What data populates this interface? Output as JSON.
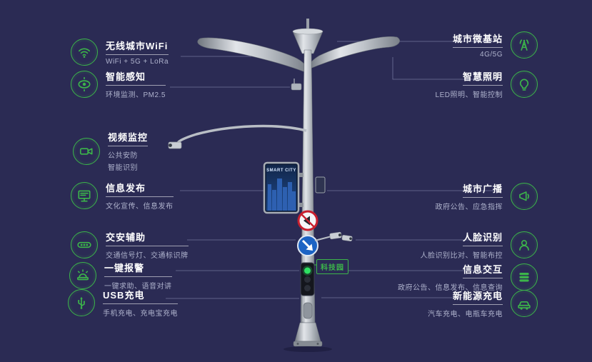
{
  "colors": {
    "background": "#2b2b54",
    "accent_green": "#3cb54a",
    "title_text": "#ffffff",
    "subtitle_text": "#aeb2cc",
    "pole_gray": "#b9bec5",
    "sign_red": "#c8202f",
    "sign_blue": "#1c63c4"
  },
  "left_items": [
    {
      "icon": "wifi-icon",
      "title": "无线城市WiFi",
      "subtitle": "WiFi + 5G + LoRa"
    },
    {
      "icon": "sensor-icon",
      "title": "智能感知",
      "subtitle": "环境监测、PM2.5"
    },
    {
      "icon": "camera-icon",
      "title": "视频监控",
      "subtitle": "公共安防",
      "subtitle2": "智能识别"
    },
    {
      "icon": "screen-icon",
      "title": "信息发布",
      "subtitle": "文化宣传、信息发布"
    },
    {
      "icon": "traffic-light-icon",
      "title": "交安辅助",
      "subtitle": "交通信号灯、交通标识牌"
    },
    {
      "icon": "alarm-icon",
      "title": "一键报警",
      "subtitle": "一键求助、语音对讲"
    },
    {
      "icon": "usb-icon",
      "title": "USB充电",
      "subtitle": "手机充电、充电宝充电"
    }
  ],
  "right_items": [
    {
      "icon": "basestation-icon",
      "title": "城市微基站",
      "subtitle": "4G/5G"
    },
    {
      "icon": "bulb-icon",
      "title": "智慧照明",
      "subtitle": "LED照明、智能控制"
    },
    {
      "icon": "speaker-icon",
      "title": "城市广播",
      "subtitle": "政府公告、应急指挥"
    },
    {
      "icon": "face-icon",
      "title": "人脸识别",
      "subtitle": "人脸识别比对、智能布控"
    },
    {
      "icon": "interaction-icon",
      "title": "信息交互",
      "subtitle": "政府公告、信息发布、信息查询"
    },
    {
      "icon": "ev-icon",
      "title": "新能源充电",
      "subtitle": "汽车充电、电瓶车充电"
    }
  ],
  "pole": {
    "screen_title": "SMART CITY",
    "park_label": "科技园"
  }
}
